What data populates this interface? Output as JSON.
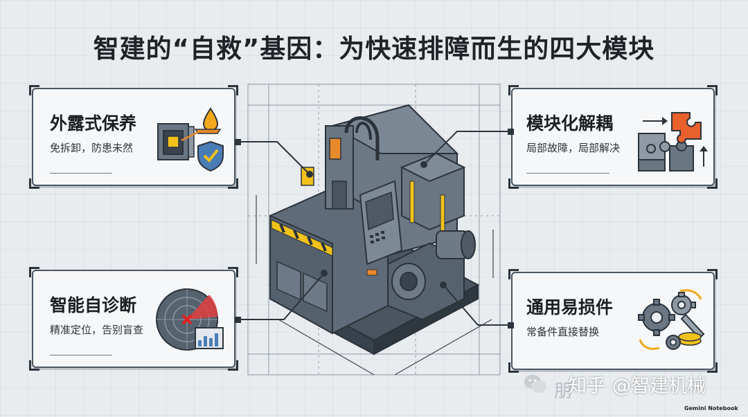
{
  "title": "智建的“自救”基因：为快速排障而生的四大模块",
  "modules": {
    "tl": {
      "title": "外露式保养",
      "subtitle": "免拆卸，防患未然",
      "icon": "oil-drop-shield-icon"
    },
    "tr": {
      "title": "模块化解耦",
      "subtitle": "局部故障，局部解决",
      "icon": "puzzle-modules-icon"
    },
    "bl": {
      "title": "智能自诊断",
      "subtitle": "精准定位，告别盲查",
      "icon": "radar-diagnosis-icon"
    },
    "br": {
      "title": "通用易损件",
      "subtitle": "常备件直接替换",
      "icon": "gear-wrench-icon"
    }
  },
  "watermark": {
    "site": "知乎",
    "handle": "@智建机械",
    "faded": "朋"
  },
  "badge": "Gemini Notebook",
  "colors": {
    "machine_body": "#5f6b78",
    "machine_dark": "#3a434d",
    "accent_orange": "#e8892b",
    "hazard_yellow": "#f2c21b",
    "shield_blue": "#4a7db5"
  }
}
